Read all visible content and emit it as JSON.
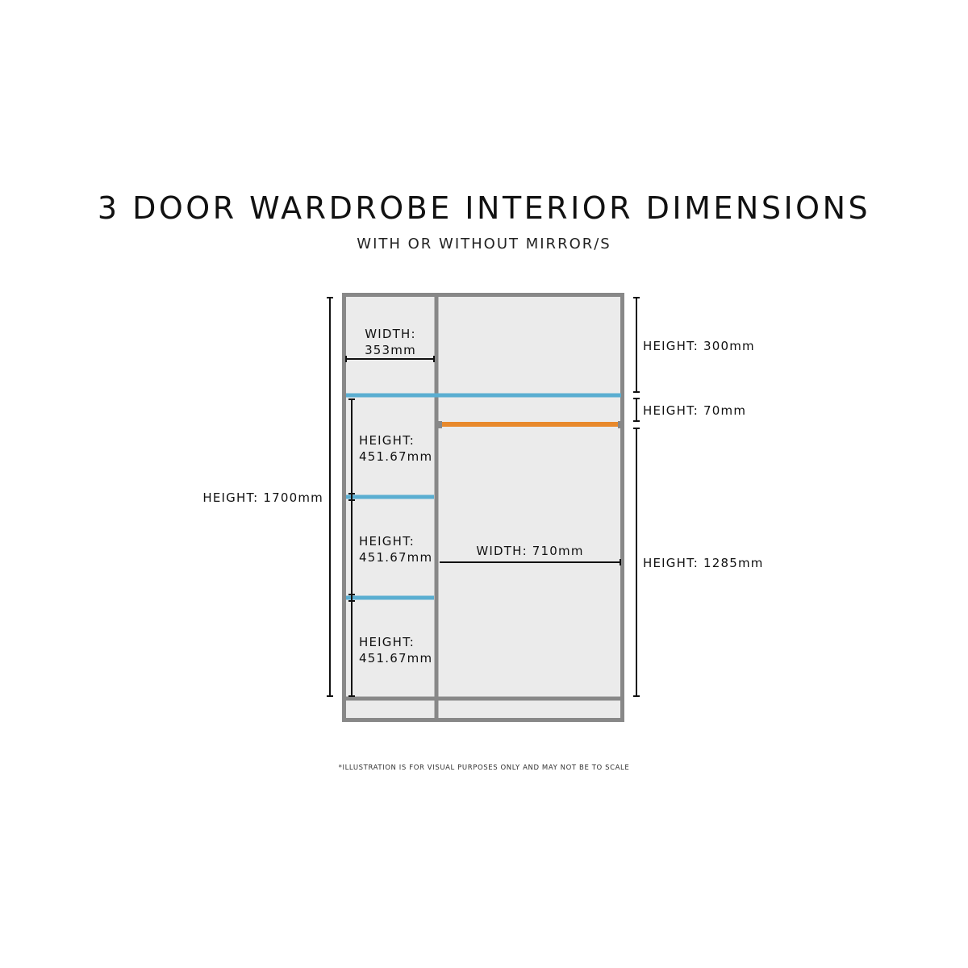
{
  "title": "3 DOOR WARDROBE INTERIOR DIMENSIONS",
  "subtitle": "WITH OR WITHOUT MIRROR/S",
  "note": "*ILLUSTRATION IS FOR VISUAL PURPOSES ONLY AND MAY NOT BE TO SCALE",
  "colors": {
    "frame": "#888888",
    "interior": "#ebebeb",
    "shelf": "#5aaed1",
    "rail": "#e8892c"
  },
  "labels": {
    "overall_height": "HEIGHT: 1700mm",
    "left_width_1": "WIDTH:",
    "left_width_2": "353mm",
    "shelf_height_1a": "HEIGHT:",
    "shelf_height_1b": "451.67mm",
    "shelf_height_2a": "HEIGHT:",
    "shelf_height_2b": "451.67mm",
    "shelf_height_3a": "HEIGHT:",
    "shelf_height_3b": "451.67mm",
    "right_width": "WIDTH: 710mm",
    "top_height": "HEIGHT: 300mm",
    "rail_gap_height": "HEIGHT: 70mm",
    "hanging_height": "HEIGHT: 1285mm"
  }
}
